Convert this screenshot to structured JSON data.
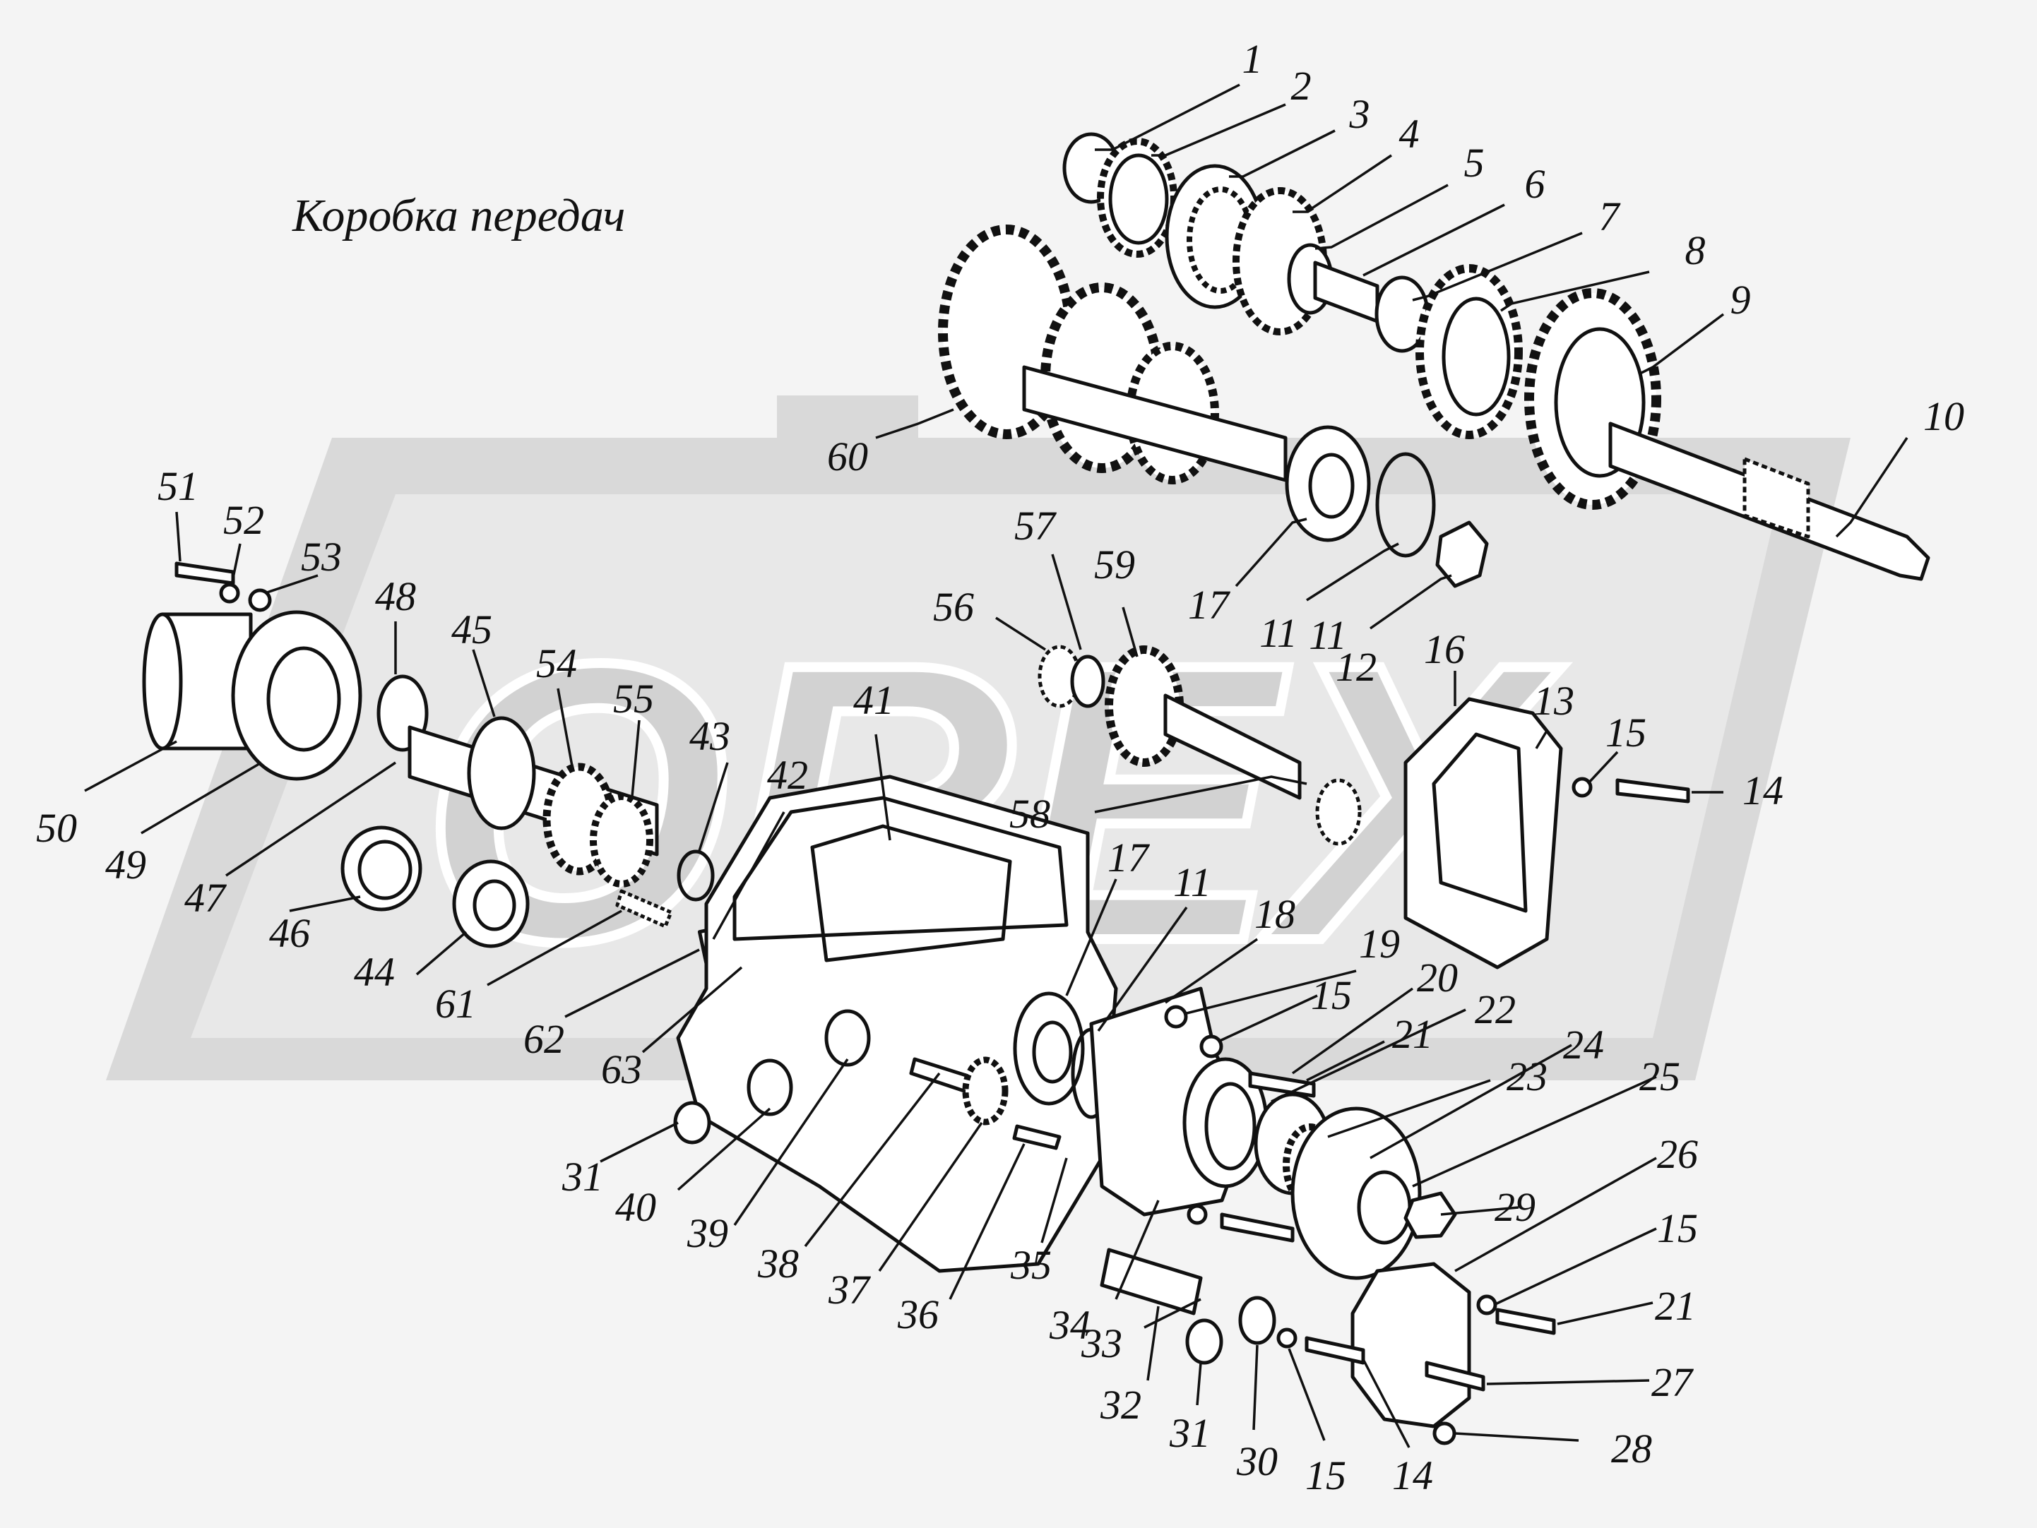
{
  "title": "Коробка передач",
  "watermark": "OREX",
  "colors": {
    "background": "#f4f4f4",
    "watermark_fill": "#d9d9d9",
    "watermark_inner": "#e8e8e8",
    "line": "#111111"
  },
  "callouts": [
    {
      "n": "1"
    },
    {
      "n": "2"
    },
    {
      "n": "3"
    },
    {
      "n": "4"
    },
    {
      "n": "5"
    },
    {
      "n": "6"
    },
    {
      "n": "7"
    },
    {
      "n": "8"
    },
    {
      "n": "9"
    },
    {
      "n": "10"
    },
    {
      "n": "11"
    },
    {
      "n": "12"
    },
    {
      "n": "17"
    },
    {
      "n": "11"
    },
    {
      "n": "16"
    },
    {
      "n": "13"
    },
    {
      "n": "15"
    },
    {
      "n": "14"
    },
    {
      "n": "60"
    },
    {
      "n": "57"
    },
    {
      "n": "59"
    },
    {
      "n": "56"
    },
    {
      "n": "51"
    },
    {
      "n": "52"
    },
    {
      "n": "53"
    },
    {
      "n": "48"
    },
    {
      "n": "45"
    },
    {
      "n": "54"
    },
    {
      "n": "55"
    },
    {
      "n": "43"
    },
    {
      "n": "42"
    },
    {
      "n": "41"
    },
    {
      "n": "58"
    },
    {
      "n": "50"
    },
    {
      "n": "49"
    },
    {
      "n": "47"
    },
    {
      "n": "46"
    },
    {
      "n": "44"
    },
    {
      "n": "61"
    },
    {
      "n": "62"
    },
    {
      "n": "63"
    },
    {
      "n": "17"
    },
    {
      "n": "11"
    },
    {
      "n": "18"
    },
    {
      "n": "19"
    },
    {
      "n": "20"
    },
    {
      "n": "15"
    },
    {
      "n": "22"
    },
    {
      "n": "21"
    },
    {
      "n": "23"
    },
    {
      "n": "24"
    },
    {
      "n": "25"
    },
    {
      "n": "26"
    },
    {
      "n": "15"
    },
    {
      "n": "21"
    },
    {
      "n": "27"
    },
    {
      "n": "28"
    },
    {
      "n": "29"
    },
    {
      "n": "31"
    },
    {
      "n": "40"
    },
    {
      "n": "39"
    },
    {
      "n": "38"
    },
    {
      "n": "37"
    },
    {
      "n": "36"
    },
    {
      "n": "35"
    },
    {
      "n": "34"
    },
    {
      "n": "33"
    },
    {
      "n": "32"
    },
    {
      "n": "31"
    },
    {
      "n": "30"
    },
    {
      "n": "15"
    },
    {
      "n": "14"
    }
  ]
}
